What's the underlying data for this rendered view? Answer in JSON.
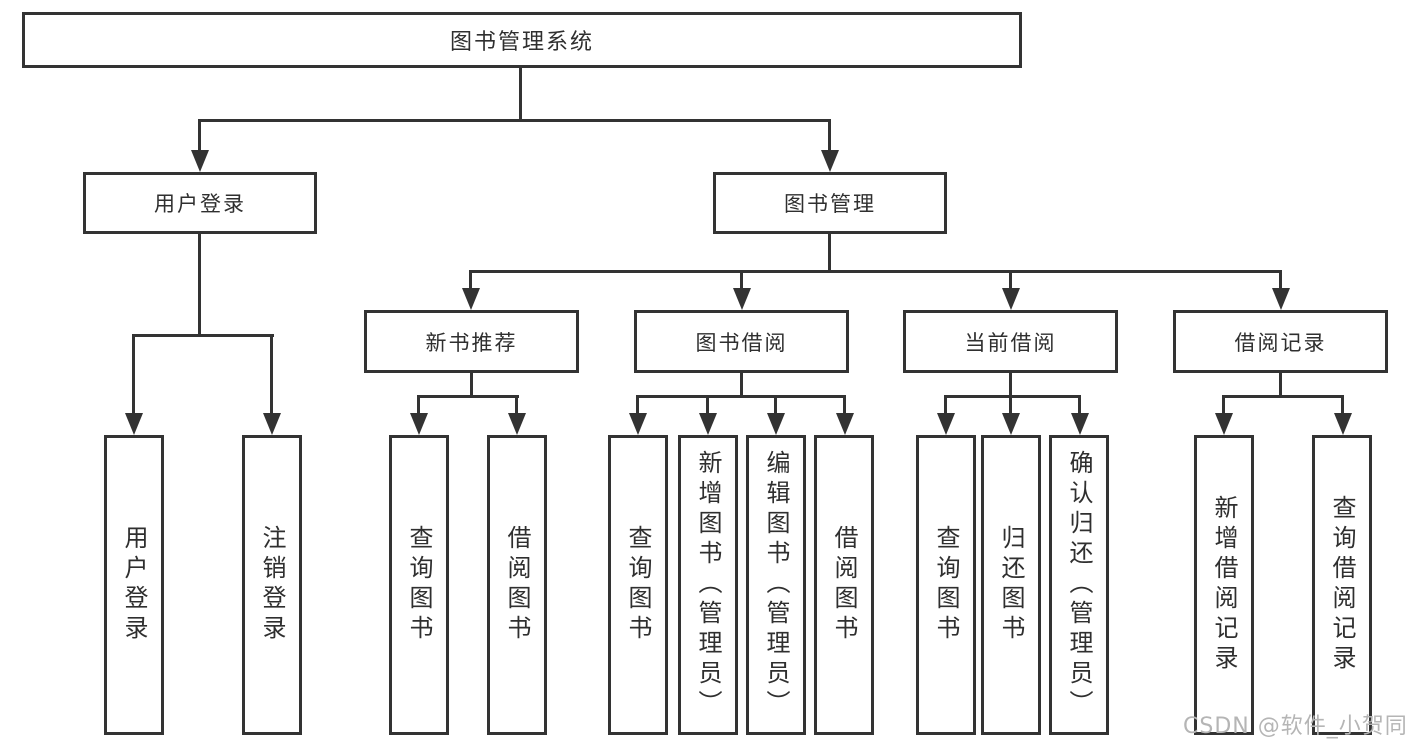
{
  "nodes": {
    "root": "图书管理系统",
    "level2": {
      "user_login": "用户登录",
      "book_mgmt": "图书管理"
    },
    "level3": {
      "new_books": "新书推荐",
      "book_borrow": "图书借阅",
      "current_borrow": "当前借阅",
      "borrow_records": "借阅记录"
    },
    "leaves": {
      "user_login": [
        "用户登录",
        "注销登录"
      ],
      "new_books": [
        "查询图书",
        "借阅图书"
      ],
      "book_borrow": [
        "查询图书",
        "新增图书（管理员）",
        "编辑图书（管理员）",
        "借阅图书"
      ],
      "current_borrow": [
        "查询图书",
        "归还图书",
        "确认归还（管理员）"
      ],
      "borrow_records": [
        "新增借阅记录",
        "查询借阅记录"
      ]
    }
  },
  "watermark": "CSDN @软件_小贺同学",
  "colors": {
    "line": "#333333",
    "watermark": "#b5b5b5",
    "background": "#ffffff"
  }
}
